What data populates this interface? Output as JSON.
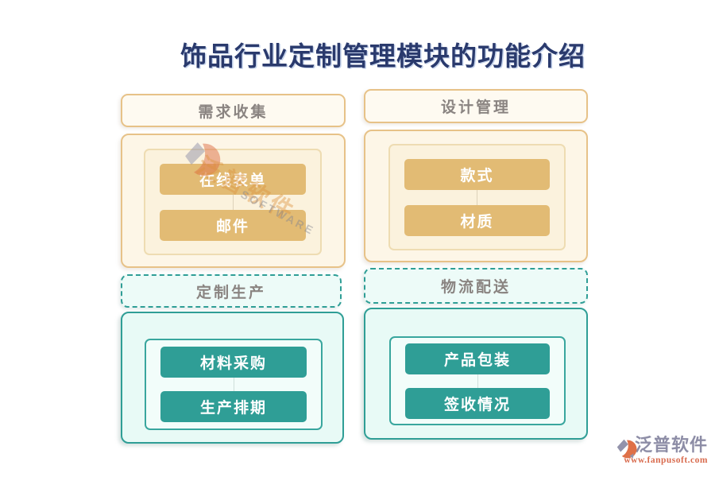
{
  "title": "饰品行业定制管理模块的功能介绍",
  "sections": [
    {
      "id": "requirements",
      "header": "需求收集",
      "theme": "gold",
      "items": [
        "在线表单",
        "邮件"
      ]
    },
    {
      "id": "design",
      "header": "设计管理",
      "theme": "gold",
      "items": [
        "款式",
        "材质"
      ]
    },
    {
      "id": "production",
      "header": "定制生产",
      "theme": "teal",
      "items": [
        "材料采购",
        "生产排期"
      ]
    },
    {
      "id": "logistics",
      "header": "物流配送",
      "theme": "teal",
      "items": [
        "产品包装",
        "签收情况"
      ]
    }
  ],
  "watermark": {
    "text": "泛普软件",
    "subtext": "SOFTWARE"
  },
  "brand": {
    "name": "泛普软件",
    "url": "www.fanpusoft.com"
  },
  "colors": {
    "title": "#2a3a6d",
    "gold_accent": "#e2bb74",
    "gold_border": "#e7c288",
    "teal_accent": "#2f9e96",
    "header_text": "#8a8481",
    "logo_gray": "#8d8da6",
    "logo_orange": "#d96c4f"
  }
}
